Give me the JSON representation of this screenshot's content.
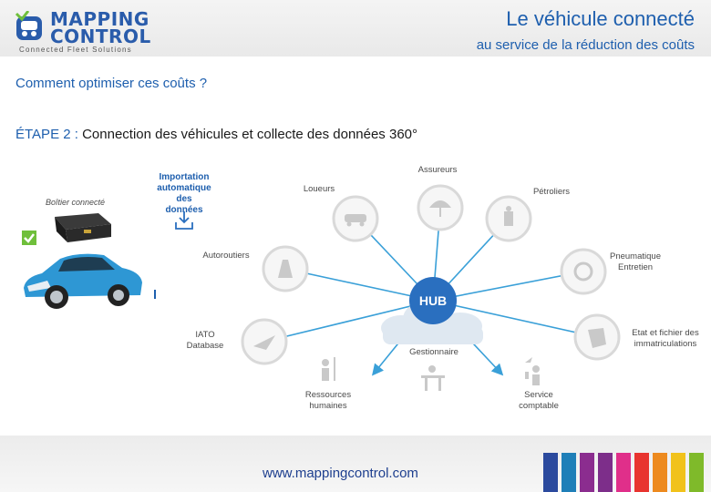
{
  "header": {
    "logo_top": "MAPPING",
    "logo_bottom": "CONTROL",
    "logo_tagline": "Connected Fleet Solutions",
    "title": "Le véhicule connecté",
    "subtitle": "au service de la réduction des coûts"
  },
  "content": {
    "question": "Comment optimiser ces coûts  ?",
    "step_label": "ÉTAPE 2 :",
    "step_text": " Connection des véhicules  et collecte des données 360°"
  },
  "diagram": {
    "device_label": "Boîtier connecté",
    "import_line1": "Importation",
    "import_line2": "automatique",
    "import_line3": "des données",
    "hub_label": "HUB",
    "nodes": {
      "assureurs": "Assureurs",
      "loueurs": "Loueurs",
      "petroliers": "Pétroliers",
      "autoroutiers": "Autoroutiers",
      "pneumatique_1": "Pneumatique",
      "pneumatique_2": "Entretien",
      "iato_1": "IATO",
      "iato_2": "Database",
      "etat_1": "Etat et fichier des",
      "etat_2": "immatriculations",
      "gestionnaire": "Gestionnaire",
      "rh_1": "Ressources",
      "rh_2": "humaines",
      "service_1": "Service",
      "service_2": "comptable"
    },
    "icons": [
      "car-icon",
      "umbrella-icon",
      "fuel-pump-icon",
      "road-icon",
      "wheel-icon",
      "plane-icon",
      "france-map-icon",
      "people-org-icon",
      "person-desk-icon",
      "finance-people-icon",
      "download-icon",
      "check-icon"
    ],
    "colors": {
      "accent": "#1e5fae",
      "spoke": "#3aa0d8",
      "circle_stroke": "#d9d9d9",
      "icon_fill": "#f0f0f0"
    }
  },
  "footer": {
    "url": "www.mappingcontrol.com",
    "bar_colors": [
      "#2b4a9e",
      "#1f7fb8",
      "#8b2d8f",
      "#7d2e8a",
      "#e02f8a",
      "#e8342f",
      "#ed8a1f",
      "#f1c21b",
      "#7fba2a"
    ]
  }
}
